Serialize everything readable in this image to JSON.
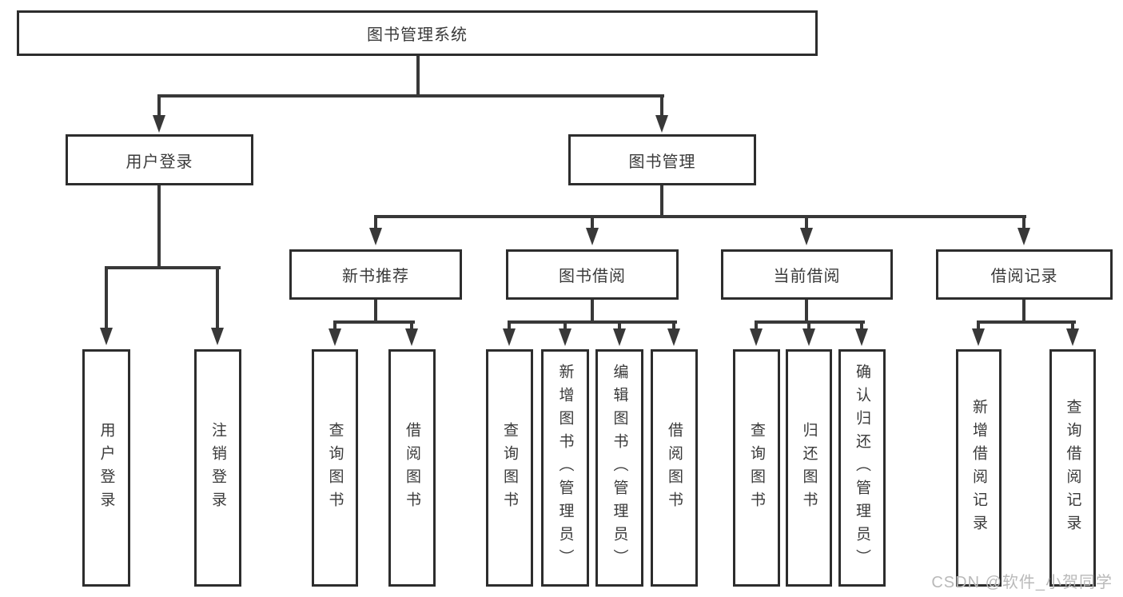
{
  "nodes": {
    "root": "图书管理系统",
    "level2": [
      "用户登录",
      "图书管理"
    ],
    "level3": [
      "新书推荐",
      "图书借阅",
      "当前借阅",
      "借阅记录"
    ],
    "level4": [
      "用户登录",
      "注销登录",
      "查询图书",
      "借阅图书",
      "查询图书",
      "新增图书（管理员）",
      "编辑图书（管理员）",
      "借阅图书",
      "查询图书",
      "归还图书",
      "确认归还（管理员）",
      "新增借阅记录",
      "查询借阅记录"
    ]
  },
  "watermark": "CSDN @软件_小贺同学",
  "colors": {
    "line": "#383838",
    "border": "#2d2d2d",
    "text": "#3a3a3a",
    "watermark": "#b9b9b9",
    "background": "#ffffff"
  }
}
